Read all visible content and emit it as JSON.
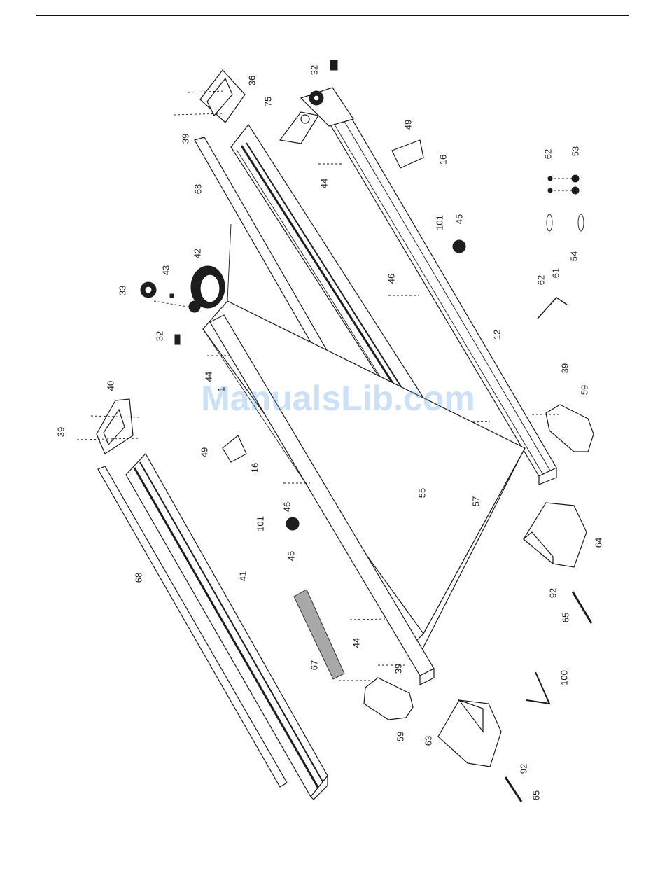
{
  "watermark": "ManualsLib.com",
  "labels": [
    {
      "id": "p32a",
      "text": "32"
    },
    {
      "id": "p36",
      "text": "36"
    },
    {
      "id": "p75",
      "text": "75"
    },
    {
      "id": "p39a",
      "text": "39"
    },
    {
      "id": "p49a",
      "text": "49"
    },
    {
      "id": "p16a",
      "text": "16"
    },
    {
      "id": "p62a",
      "text": "62"
    },
    {
      "id": "p53",
      "text": "53"
    },
    {
      "id": "p44a",
      "text": "44"
    },
    {
      "id": "p68a",
      "text": "68"
    },
    {
      "id": "p101a",
      "text": "101"
    },
    {
      "id": "p45a",
      "text": "45"
    },
    {
      "id": "p54",
      "text": "54"
    },
    {
      "id": "p42",
      "text": "42"
    },
    {
      "id": "p43",
      "text": "43"
    },
    {
      "id": "p33",
      "text": "33"
    },
    {
      "id": "p46a",
      "text": "46"
    },
    {
      "id": "p62b",
      "text": "62"
    },
    {
      "id": "p61",
      "text": "61"
    },
    {
      "id": "p32b",
      "text": "32"
    },
    {
      "id": "p12",
      "text": "12"
    },
    {
      "id": "p44b",
      "text": "44"
    },
    {
      "id": "p39b",
      "text": "39"
    },
    {
      "id": "p1",
      "text": "1"
    },
    {
      "id": "p40",
      "text": "40"
    },
    {
      "id": "p59a",
      "text": "59"
    },
    {
      "id": "p39c",
      "text": "39"
    },
    {
      "id": "p49b",
      "text": "49"
    },
    {
      "id": "p16b",
      "text": "16"
    },
    {
      "id": "p55",
      "text": "55"
    },
    {
      "id": "p46b",
      "text": "46"
    },
    {
      "id": "p57",
      "text": "57"
    },
    {
      "id": "p101b",
      "text": "101"
    },
    {
      "id": "p64",
      "text": "64"
    },
    {
      "id": "p45b",
      "text": "45"
    },
    {
      "id": "p68b",
      "text": "68"
    },
    {
      "id": "p41",
      "text": "41"
    },
    {
      "id": "p92a",
      "text": "92"
    },
    {
      "id": "p65a",
      "text": "65"
    },
    {
      "id": "p44c",
      "text": "44"
    },
    {
      "id": "p67",
      "text": "67"
    },
    {
      "id": "p39d",
      "text": "39"
    },
    {
      "id": "p100",
      "text": "100"
    },
    {
      "id": "p59b",
      "text": "59"
    },
    {
      "id": "p63",
      "text": "63"
    },
    {
      "id": "p92b",
      "text": "92"
    },
    {
      "id": "p65b",
      "text": "65"
    }
  ]
}
